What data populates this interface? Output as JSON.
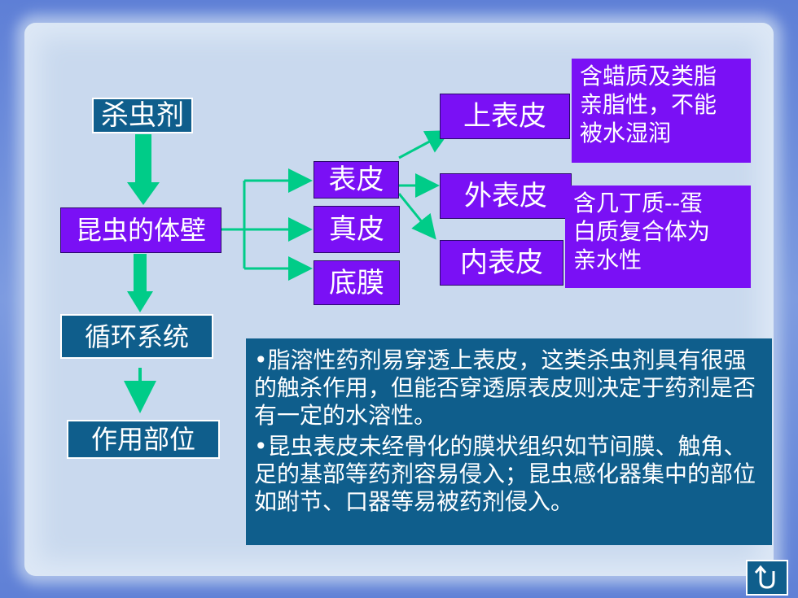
{
  "nodes": {
    "insecticide": "杀虫剂",
    "body_wall": "昆虫的体壁",
    "circulatory": "循环系统",
    "action_site": "作用部位",
    "cuticle": "表皮",
    "dermis": "真皮",
    "basement": "底膜",
    "epicuticle": "上表皮",
    "exocuticle": "外表皮",
    "endocuticle": "内表皮"
  },
  "notes": {
    "epicuticle_line1": "含蜡质及类脂",
    "epicuticle_line2": "亲脂性，不能",
    "epicuticle_line3": "被水湿润",
    "chitin_line1": "含几丁质--蛋",
    "chitin_line2": "白质复合体为",
    "chitin_line3": "亲水性"
  },
  "explanation": {
    "para1": "•脂溶性药剂易穿透上表皮，这类杀虫剂具有很强的触杀作用，但能否穿透原表皮则决定于药剂是否有一定的水溶性。",
    "para2": "•昆虫表皮未经骨化的膜状组织如节间膜、触角、足的基部等药剂容易侵入；昆虫感化器集中的部位如跗节、口器等易被药剂侵入。"
  },
  "colors": {
    "teal_box": "#0f5e8c",
    "purple_box": "#7a10f5",
    "green_arrow": "#00cc88"
  },
  "icons": {
    "nav": "return-arrow-icon"
  }
}
